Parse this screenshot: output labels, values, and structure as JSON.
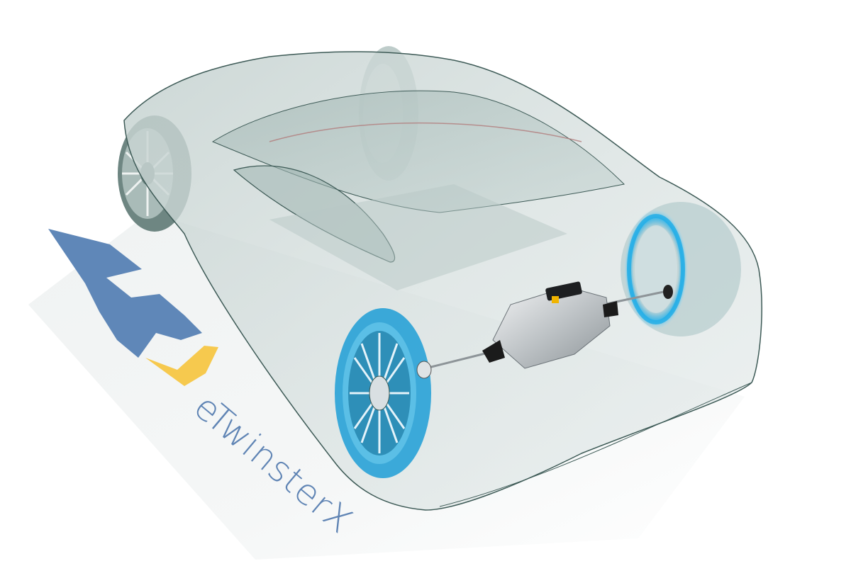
{
  "image": {
    "description": "Transparent sports car rendering showing an electric drive unit (eTwinsterX) on the rear axle, with glowing blue wheels",
    "background_color": "#ffffff"
  },
  "branding": {
    "logo_name": "GKN logo",
    "logo_primary_color": "#5f87b8",
    "logo_accent_color": "#f6c94e",
    "product_name": "eTwinsterX",
    "product_name_color": "#5f84b4"
  },
  "colors": {
    "car_glass": "#b9c9c6",
    "car_outline": "#3d5a56",
    "wheel_glow": "#1fa8e0",
    "tire_dark": "#6e8682",
    "drive_unit": "#c9ccce"
  }
}
